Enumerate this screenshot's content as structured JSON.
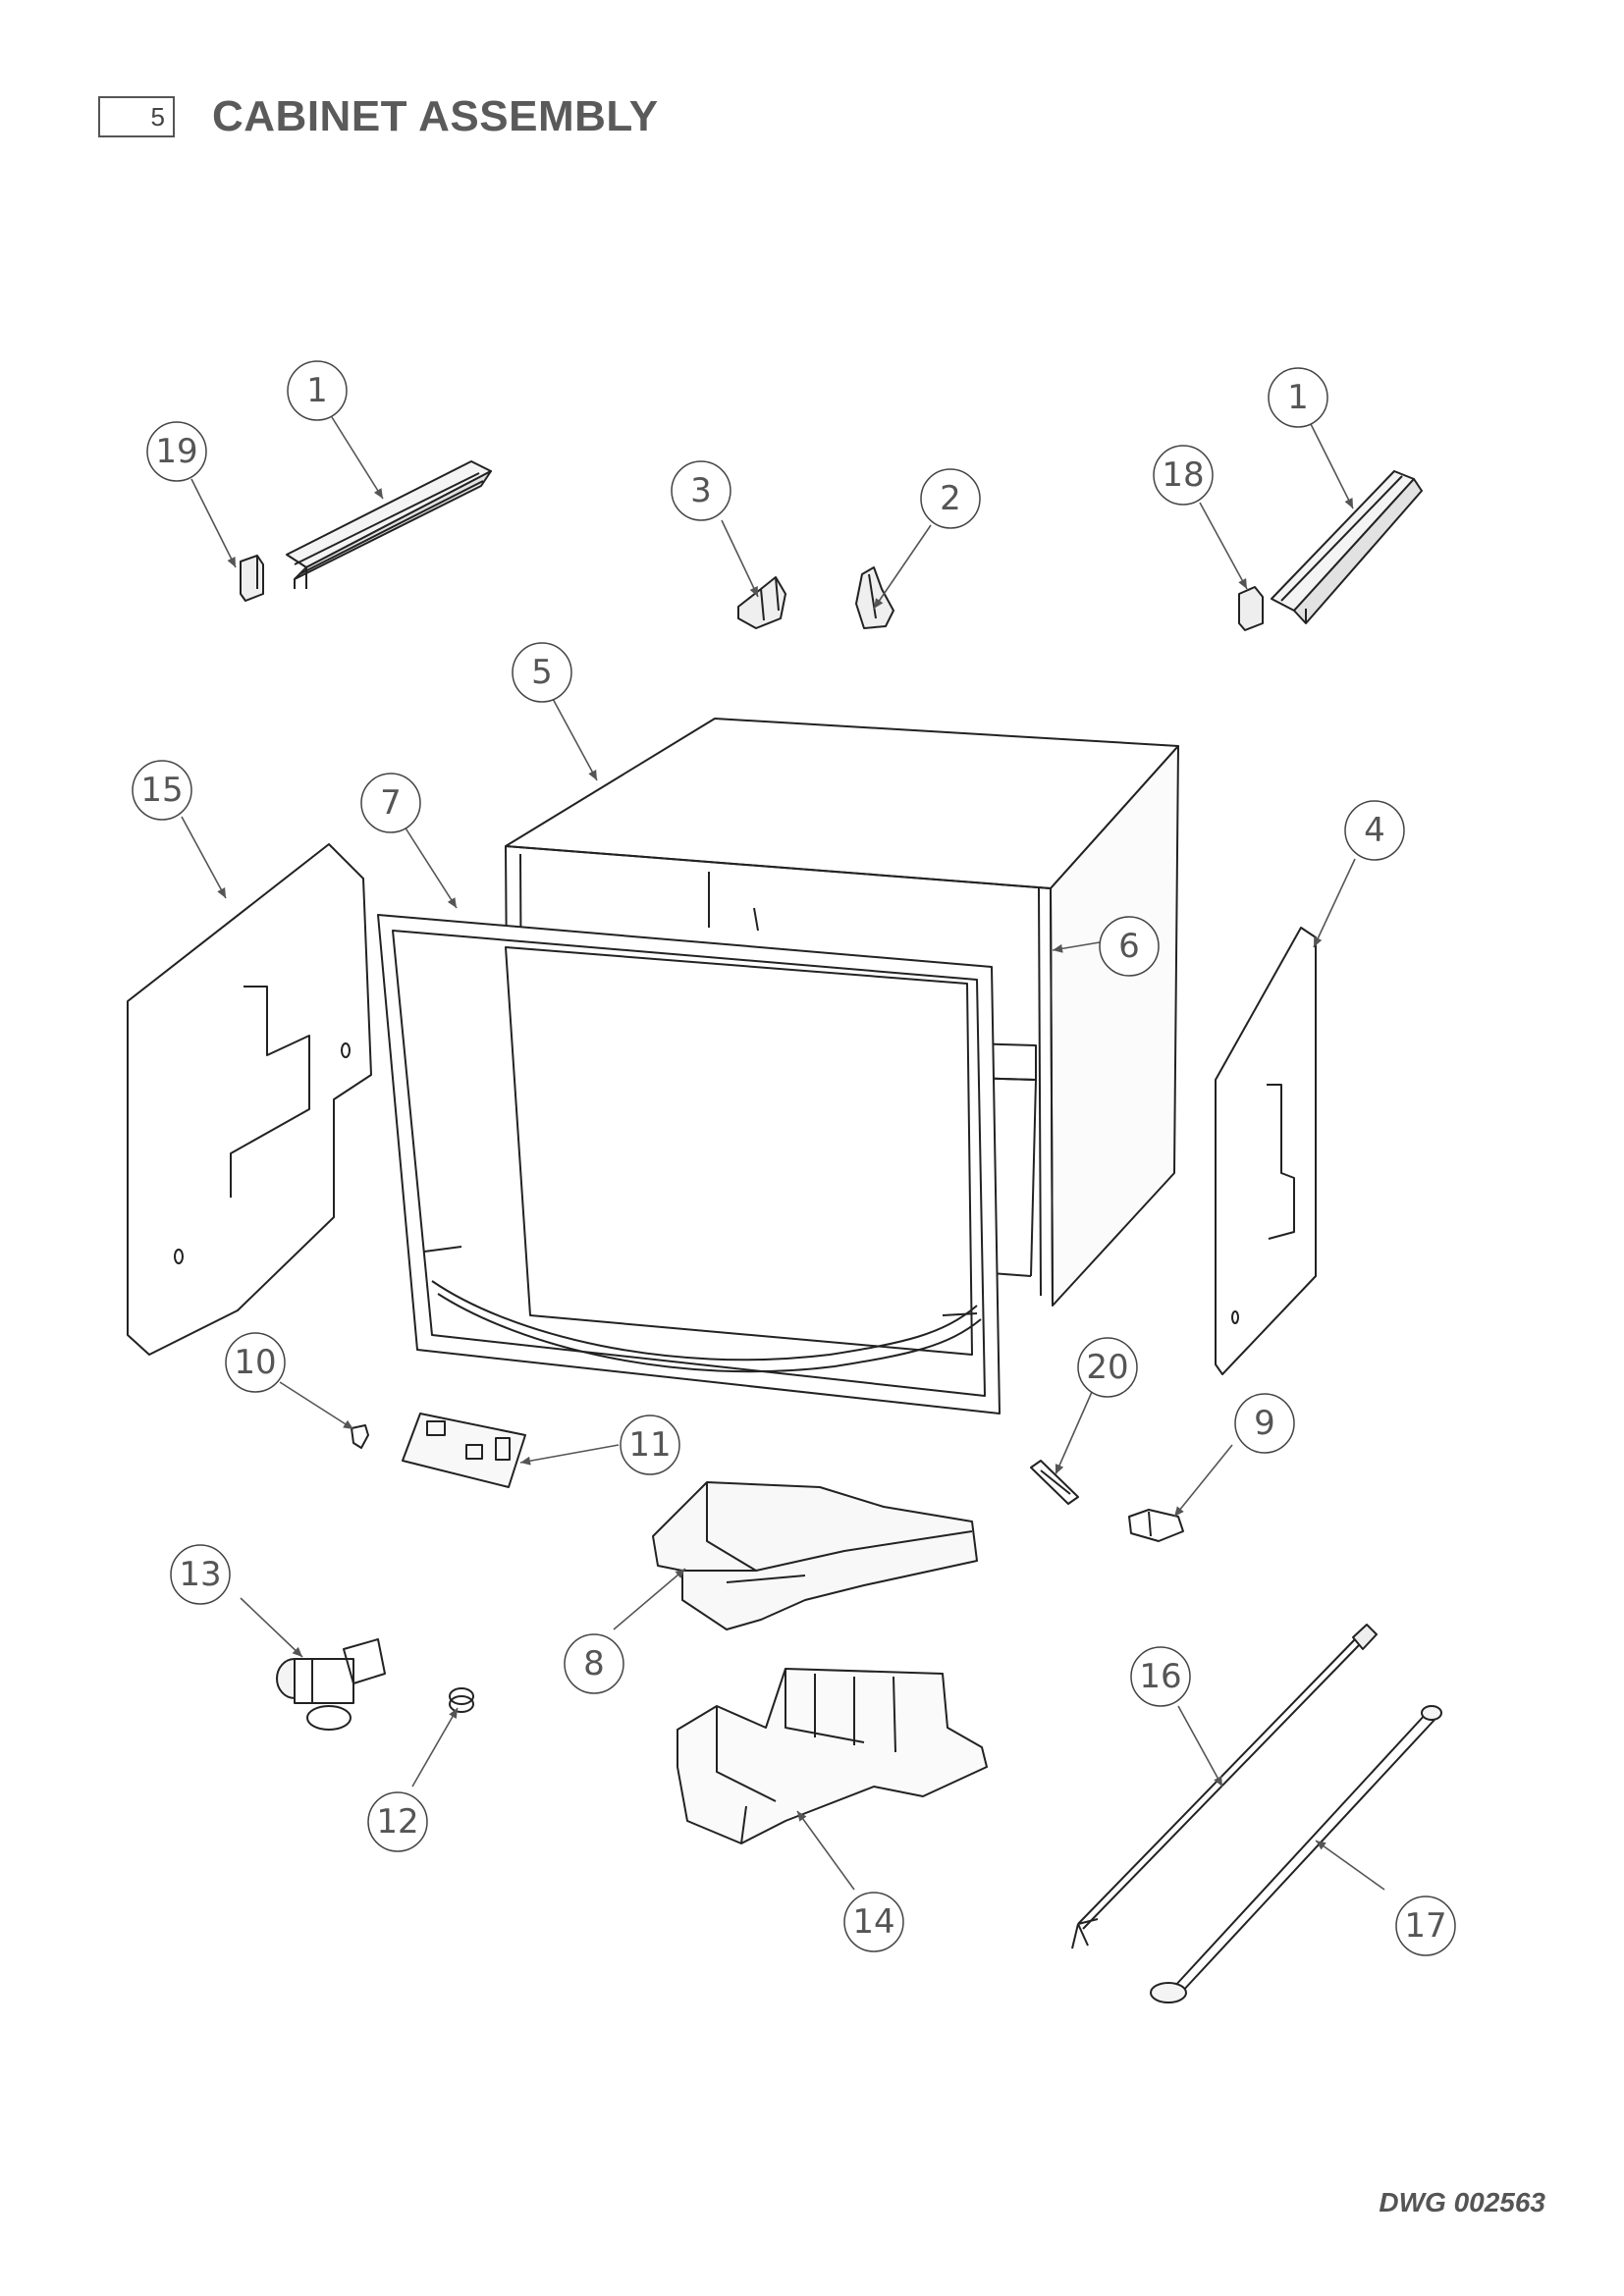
{
  "header": {
    "page_number": "5",
    "title": "CABINET ASSEMBLY"
  },
  "callouts": [
    "1",
    "19",
    "3",
    "2",
    "1",
    "18",
    "5",
    "15",
    "7",
    "4",
    "6",
    "10",
    "11",
    "20",
    "9",
    "13",
    "8",
    "16",
    "12",
    "14",
    "17"
  ],
  "drawing_number": "DWG 002563"
}
